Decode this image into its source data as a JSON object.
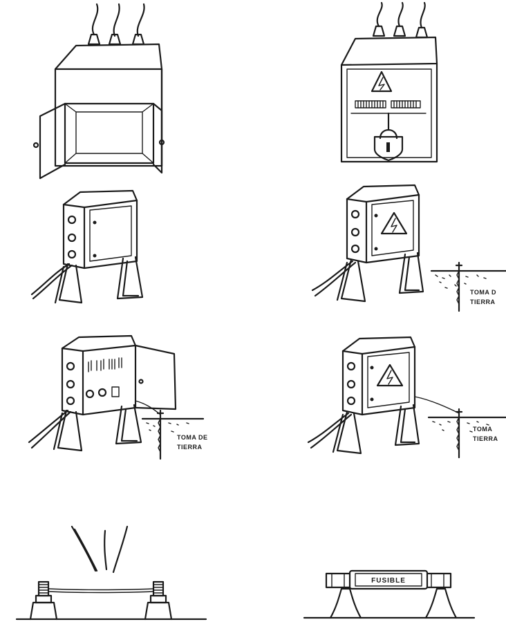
{
  "labels": {
    "earth_mid_right_line1": "TOMA D",
    "earth_mid_right_line2": "TIERRA",
    "earth_low_left_line1": "TOMA DE",
    "earth_low_left_line2": "TIERRA",
    "earth_low_right_line1": "TOMA",
    "earth_low_right_line2": "TIERRA",
    "fuse_label": "FUSIBLE"
  }
}
